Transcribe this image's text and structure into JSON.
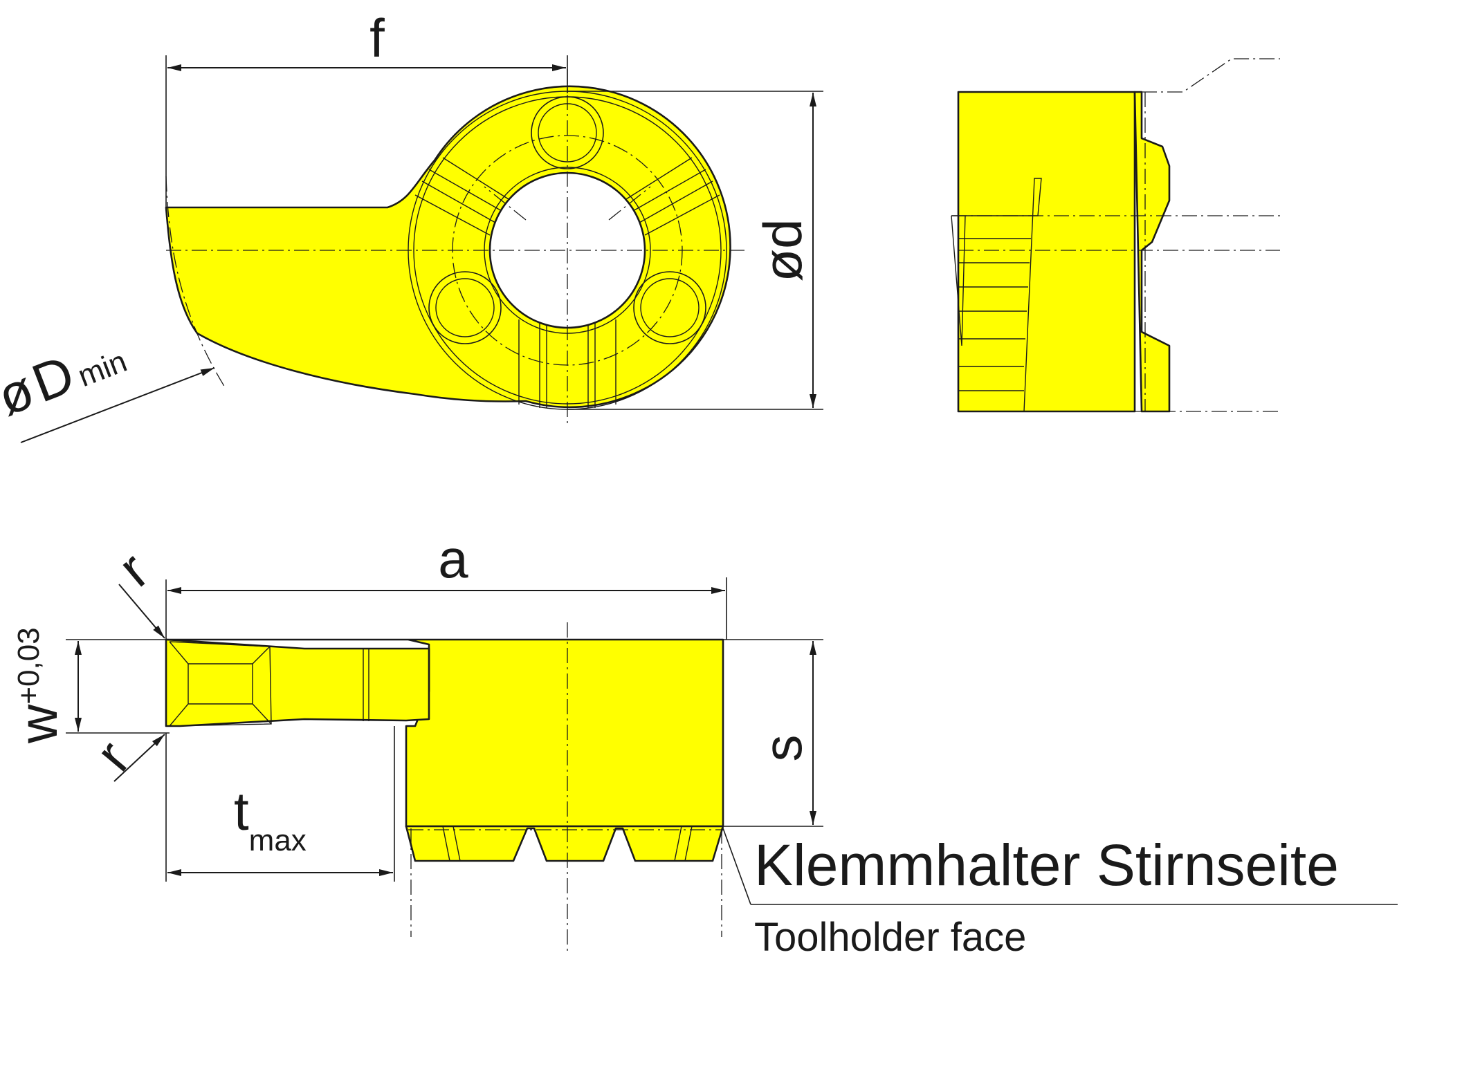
{
  "colors": {
    "insert_fill": "#ffff00",
    "ink": "#1a1a1a",
    "background": "#ffffff"
  },
  "dimensions": {
    "f": "f",
    "d_symbol": "ø",
    "d": "d",
    "D_min_symbol": "ø",
    "D_min": "D",
    "D_min_sub": "min",
    "a": "a",
    "r_top": "r",
    "r_bottom": "r",
    "w": "w",
    "w_tolerance": "+0,03",
    "s": "s",
    "t": "t",
    "t_sub": "max"
  },
  "notes": {
    "clamp_face_de": "Klemmhalter Stirnseite",
    "clamp_face_en": "Toolholder face"
  }
}
